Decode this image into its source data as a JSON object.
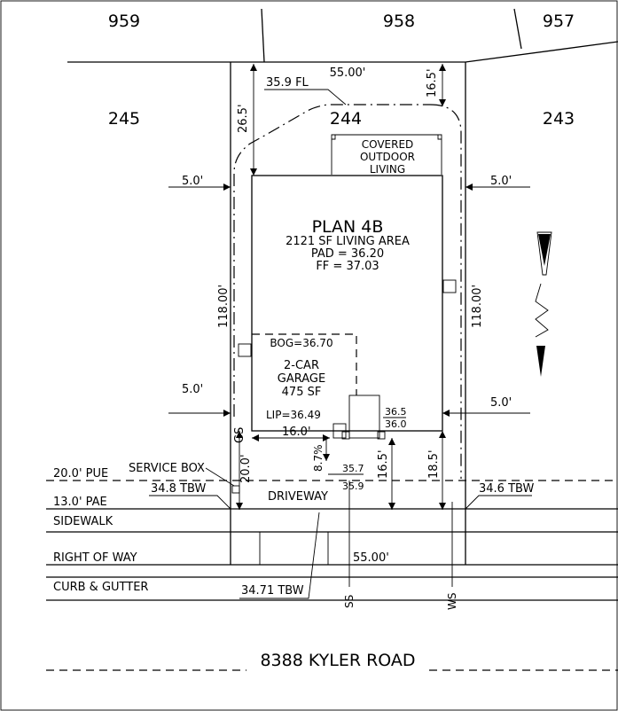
{
  "lots": {
    "n959": "959",
    "n958": "958",
    "n957": "957",
    "n245": "245",
    "n244": "244",
    "n243": "243"
  },
  "lot_width_top": "55.00'",
  "lot_width_bottom": "55.00'",
  "fl_dim": "35.9 FL",
  "rear_setback_left": "26.5'",
  "rear_setback_right": "16.5'",
  "covered_outdoor": [
    "COVERED",
    "OUTDOOR",
    "LIVING"
  ],
  "side_setback": "5.0'",
  "depth": "118.00'",
  "plan": {
    "name": "PLAN 4B",
    "living": "2121 SF LIVING AREA",
    "pad": "PAD = 36.20",
    "ff": "FF = 37.03"
  },
  "bog": "BOG=36.70",
  "garage": [
    "2-CAR",
    "GARAGE",
    "475 SF"
  ],
  "lip": "LIP=36.49",
  "step_upper": "36.5",
  "step_lower": "36.0",
  "garage_width": "16.0'",
  "gs": "GS",
  "front_setback": "20.0'",
  "slope": "8.7%",
  "elev_357": "35.7",
  "elev_359": "35.9",
  "front_dim": "16.5'",
  "front_dim2": "18.5'",
  "service_box": "SERVICE BOX",
  "pue": "20.0' PUE",
  "tbw_left": "34.8  TBW",
  "tbw_right": "34.6  TBW",
  "driveway": "DRIVEWAY",
  "pae": "13.0' PAE",
  "sidewalk": "SIDEWALK",
  "right_of_way": "RIGHT  OF  WAY",
  "curb": "CURB  &  GUTTER",
  "tbw_curb": "34.71  TBW",
  "ss": "SS",
  "ws": "WS",
  "road": "8388 KYLER ROAD"
}
